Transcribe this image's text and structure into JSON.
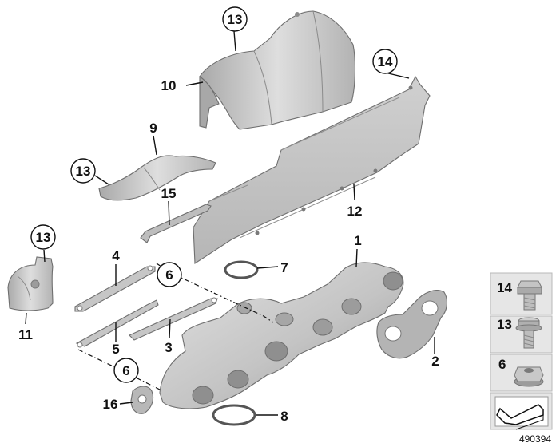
{
  "callouts": {
    "c1": "1",
    "c2": "2",
    "c3": "3",
    "c4": "4",
    "c5": "5",
    "c6a": "6",
    "c6b": "6",
    "c7": "7",
    "c8": "8",
    "c9": "9",
    "c10": "10",
    "c11": "11",
    "c12": "12",
    "c13a": "13",
    "c13b": "13",
    "c13c": "13",
    "c14": "14",
    "c15": "15",
    "c16": "16"
  },
  "legend": {
    "items": [
      {
        "label": "14",
        "icon": "hex-bolt-icon"
      },
      {
        "label": "13",
        "icon": "collar-bolt-icon"
      },
      {
        "label": "6",
        "icon": "hex-nut-icon"
      }
    ],
    "arrow_icon": "direction-arrow-icon"
  },
  "diagram_id": "490394",
  "colors": {
    "part_fill": "#c9c9c9",
    "part_shadow": "#9c9c9c",
    "part_light": "#e4e4e4",
    "line": "#111111"
  }
}
